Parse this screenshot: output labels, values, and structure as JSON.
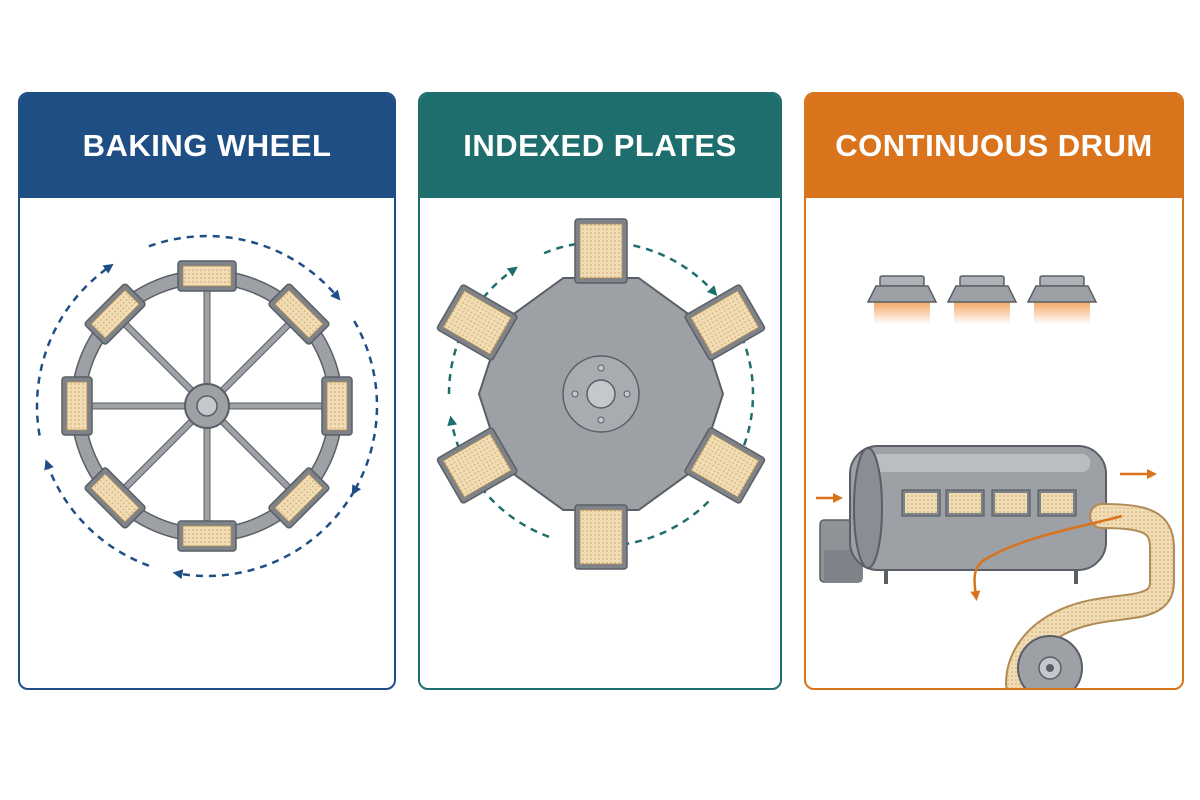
{
  "colors": {
    "wheel": "#1f4e85",
    "plates": "#1e6e6d",
    "drum": "#d9731c",
    "metal": "#9da1a6",
    "metal_dark": "#5a5f66",
    "wafer": "#f1dcb4",
    "heat": "#f2a25a"
  },
  "panels": [
    {
      "id": "wheel",
      "title": "BAKING WHEEL"
    },
    {
      "id": "plates",
      "title": "INDEXED PLATES"
    },
    {
      "id": "drum",
      "title": "CONTINUOUS DRUM"
    }
  ]
}
